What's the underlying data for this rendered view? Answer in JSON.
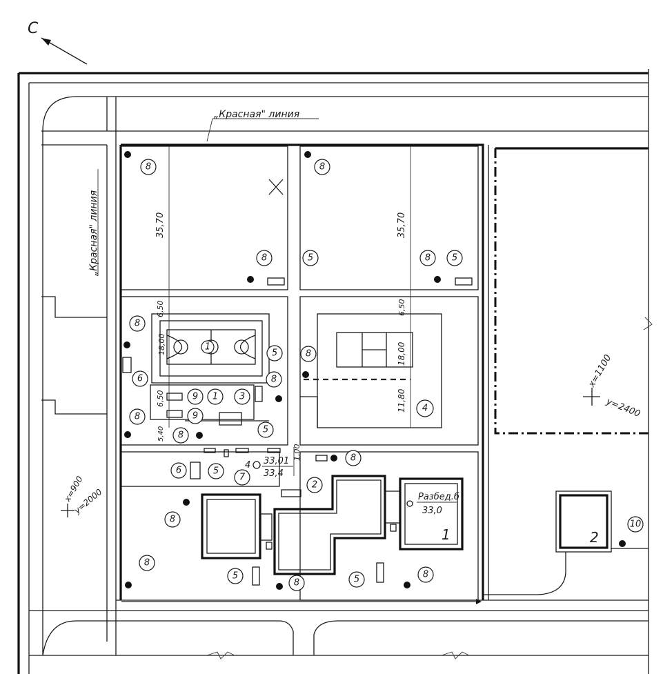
{
  "north_arrow": {
    "label": "С"
  },
  "red_line_labels": {
    "top": "„Красная\" линия",
    "left": "„Красная\" линия"
  },
  "dimensions": {
    "width_left": "35,70",
    "width_right": "35,70",
    "gap_left": "6,50",
    "gap_right": "6,50",
    "court_left": "18,00",
    "court_right": "18,00",
    "play_height": "11,80",
    "row_650": "6,50",
    "row_540": "5,40",
    "step": "1,00"
  },
  "elevations": {
    "main_upper": "33,01",
    "main_lower": "33,4",
    "point_4": "4"
  },
  "benchmark": {
    "label": "Разбед.б",
    "value": "33,0"
  },
  "buildings": {
    "school": "1",
    "other": "2"
  },
  "coordinates": {
    "right_x": "x=1100",
    "right_y": "y=2400",
    "left_x": "x=900",
    "left_y": "y=2000"
  },
  "callouts": {
    "c1": "1",
    "c2": "2",
    "c3": "3",
    "c4": "4",
    "c5": "5",
    "c6": "6",
    "c7": "7",
    "c8": "8",
    "c9": "9",
    "c10": "10"
  }
}
